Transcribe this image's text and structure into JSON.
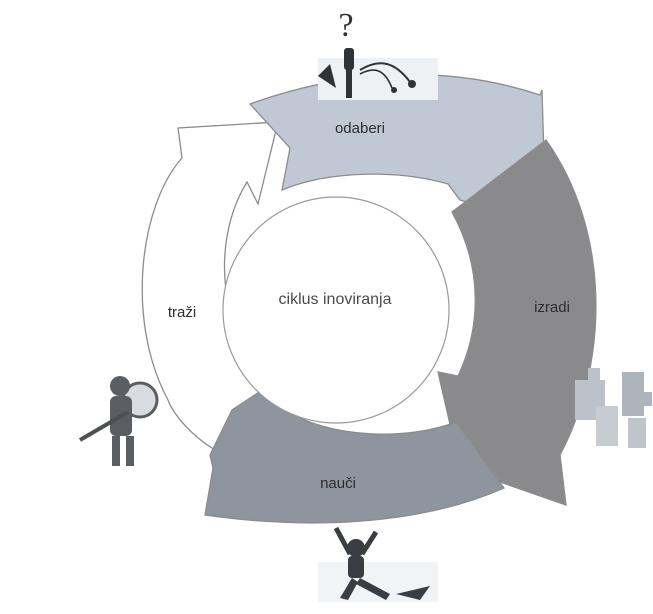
{
  "diagram": {
    "center_label": "ciklus inoviranja",
    "stages": {
      "top": "odaberi",
      "right": "izradi",
      "bottom": "nauči",
      "left": "traži"
    },
    "icons": {
      "top": "question-mark-figure-icon",
      "right": "puzzle-pieces-icon",
      "bottom": "celebrating-figure-icon",
      "left": "magnifying-glass-figure-icon"
    },
    "colors": {
      "top_arrow": "#bfc8d4",
      "right_arrow": "#8a8a8d",
      "bottom_arrow": "#8e959e",
      "left_arrow": "#ffffff",
      "outline": "#8c8c8c"
    }
  }
}
